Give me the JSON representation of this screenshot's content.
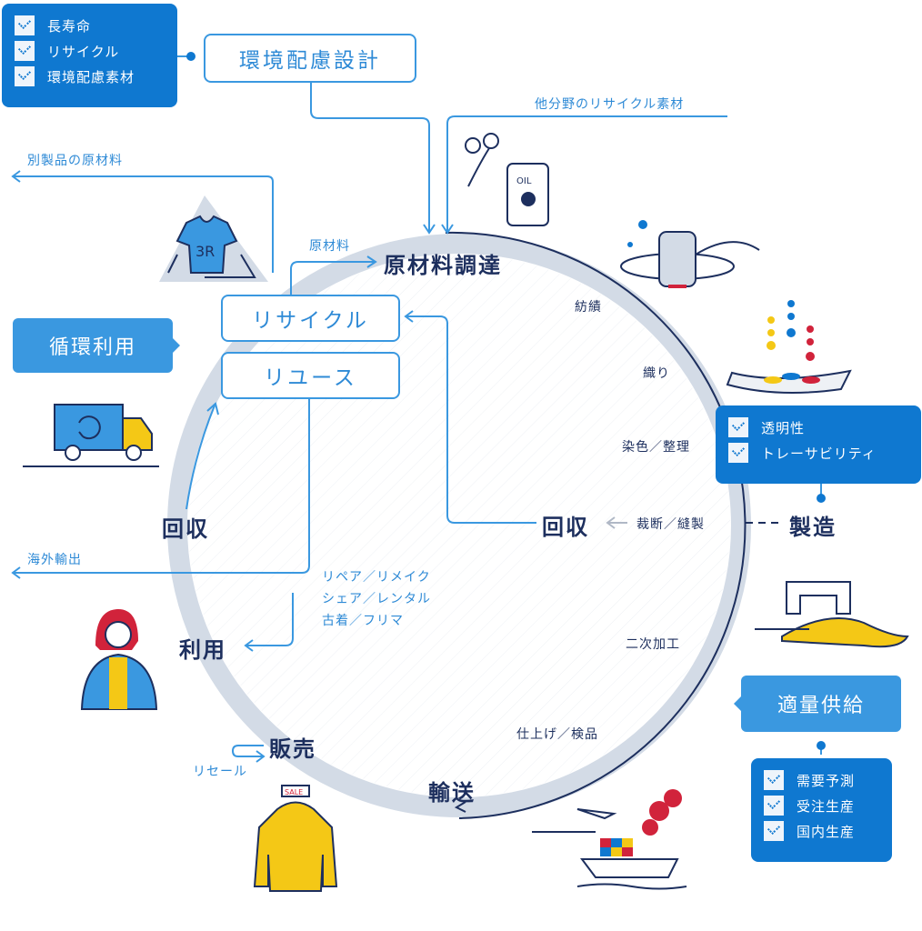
{
  "design_features": {
    "items": [
      "長寿命",
      "リサイクル",
      "環境配慮素材"
    ]
  },
  "eco_design": "環境配慮設計",
  "other_field_materials": "他分野のリサイクル素材",
  "other_product_materials": "別製品の原材料",
  "raw_material_label": "原材料",
  "procurement": "原材料調達",
  "recycle": "リサイクル",
  "reuse": "リユース",
  "circular_use": "循環利用",
  "processes": {
    "spinning": "紡績",
    "weaving": "織り",
    "dyeing": "染色／整理",
    "cutting": "裁断／縫製",
    "secondary": "二次加工",
    "finishing": "仕上げ／検品"
  },
  "collect_inner": "回収",
  "manufacturing": "製造",
  "manufacturing_features": {
    "items": [
      "透明性",
      "トレーサビリティ"
    ]
  },
  "collect_outer": "回収",
  "export": "海外輸出",
  "use_modes": [
    "リペア／リメイク",
    "シェア／レンタル",
    "古着／フリマ"
  ],
  "use": "利用",
  "sales": "販売",
  "resale": "リセール",
  "transport": "輸送",
  "proper_supply": "適量供給",
  "supply_features": {
    "items": [
      "需要予測",
      "受注生産",
      "国内生産"
    ]
  },
  "icon_text": {
    "tshirt": "3R",
    "oil": "OIL",
    "sale": "SALE"
  },
  "colors": {
    "primary": "#0f78d0",
    "light": "#3a98e0",
    "navy": "#1d2f5e",
    "ring": "#d3dbe6",
    "yellow": "#f4c816",
    "red": "#d1233b"
  }
}
